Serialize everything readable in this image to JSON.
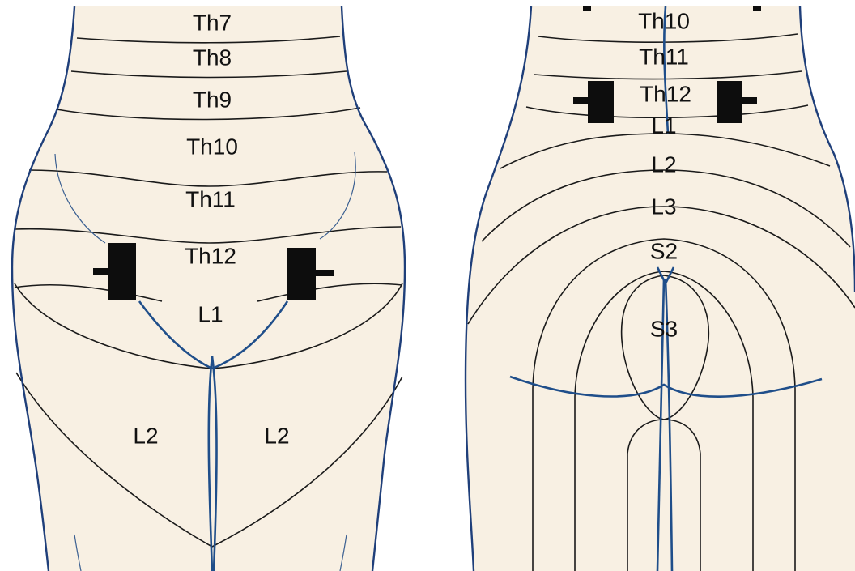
{
  "colors": {
    "skin": "#f8f0e3",
    "outline": "#1f3f7a",
    "nerve": "#1f4e8a",
    "contour": "#1a1a1a",
    "electrode": "#0d0d0d"
  },
  "front_view": {
    "labels": {
      "th7": "Th7",
      "th8": "Th8",
      "th9": "Th9",
      "th10": "Th10",
      "th11": "Th11",
      "th12": "Th12",
      "l1": "L1",
      "l2_left": "L2",
      "l2_right": "L2"
    }
  },
  "back_view": {
    "labels": {
      "th10": "Th10",
      "th11": "Th11",
      "th12": "Th12",
      "l1": "L1",
      "l2": "L2",
      "l3": "L3",
      "s2": "S2",
      "s3": "S3"
    }
  }
}
